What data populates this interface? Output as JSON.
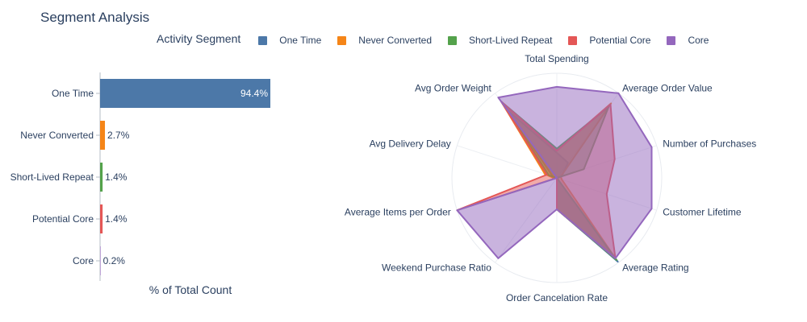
{
  "title": "Segment Analysis",
  "legend_title": "Activity Segment",
  "colors": {
    "One Time": "#4c78a8",
    "Never Converted": "#f58518",
    "Short-Lived Repeat": "#54a24b",
    "Potential Core": "#e45756",
    "Core": "#9467bd"
  },
  "chart_data": [
    {
      "type": "bar",
      "orientation": "horizontal",
      "categories": [
        "One Time",
        "Never Converted",
        "Short-Lived Repeat",
        "Potential Core",
        "Core"
      ],
      "values": [
        94.4,
        2.7,
        1.4,
        1.4,
        0.2
      ],
      "data_labels": [
        "94.4%",
        "2.7%",
        "1.4%",
        "1.4%",
        "0.2%"
      ],
      "xlabel": "% of Total Count",
      "xlim": [
        0,
        100
      ]
    },
    {
      "type": "radar",
      "axes": [
        "Total Spending",
        "Average Order Value",
        "Number of Purchases",
        "Customer Lifetime",
        "Average Rating",
        "Order Cancelation Rate",
        "Weekend Purchase Ratio",
        "Average Items per Order",
        "Avg Delivery Delay",
        "Avg Order Weight"
      ],
      "range": [
        0,
        1
      ],
      "series": [
        {
          "name": "One Time",
          "values": [
            0.24,
            0.18,
            0.05,
            0.0,
            0.99,
            0.3,
            0.0,
            0.0,
            0.04,
            0.8
          ]
        },
        {
          "name": "Never Converted",
          "values": [
            0.26,
            0.88,
            0.04,
            0.05,
            0.95,
            0.3,
            0.0,
            0.02,
            0.12,
            0.9
          ]
        },
        {
          "name": "Short-Lived Repeat",
          "values": [
            0.28,
            0.84,
            0.27,
            0.0,
            0.97,
            0.3,
            0.0,
            0.0,
            0.08,
            0.9
          ]
        },
        {
          "name": "Potential Core",
          "values": [
            0.26,
            0.87,
            0.58,
            0.5,
            0.95,
            0.3,
            0.0,
            1.0,
            0.1,
            0.9
          ]
        },
        {
          "name": "Core",
          "values": [
            0.87,
            1.0,
            0.95,
            0.95,
            0.95,
            0.3,
            0.95,
            1.0,
            0.0,
            0.95
          ]
        }
      ]
    }
  ]
}
